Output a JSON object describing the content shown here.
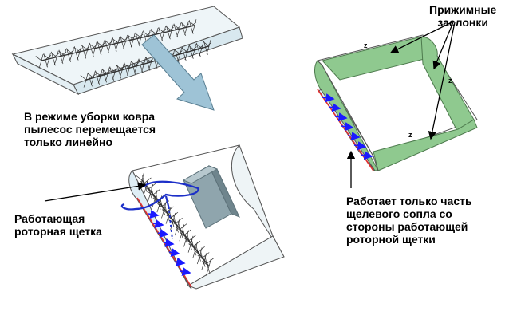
{
  "labels": {
    "linear_mode": "В режиме уборки ковра\nпылесос перемещается\nтолько линейно",
    "rotor_brush": "Работающая\nроторная щетка",
    "clamp_flaps": "Прижимные\nзаслонки",
    "nozzle_part": "Работает только часть\nщелевого сопла со\nстороны работающей\nроторной щетки",
    "flap_mark_1": "z",
    "flap_mark_2": "z",
    "flap_mark_3": "z"
  },
  "colors": {
    "flap_green": "#8fc98f",
    "nozzle_blue": "#dfeef5",
    "flow_arrow": "#1a1aff",
    "edge_red": "#e03030",
    "big_arrow": "#9ec3d6",
    "body_gray": "#8fa5ad"
  },
  "icons": [
    "big-direction-arrow",
    "airflow-arrow",
    "rotor-brush",
    "pointer-arrow"
  ]
}
